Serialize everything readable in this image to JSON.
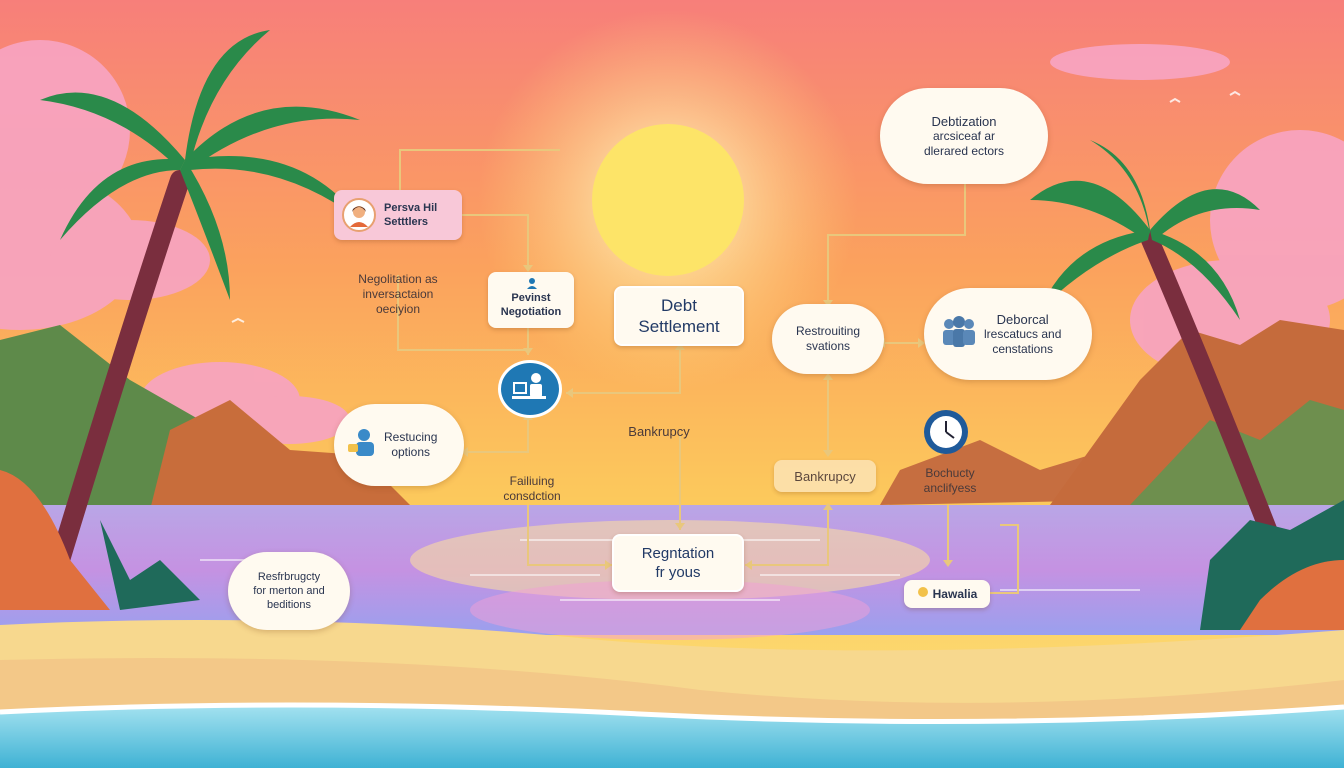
{
  "nodes": {
    "personal_settlements": {
      "line1": "Persva Hil",
      "line2": "Setttlers"
    },
    "private_negotiation": {
      "line1": "Pevinst",
      "line2": "Negotiation"
    },
    "debt_settlement": {
      "line1": "Debt",
      "line2": "Settlement"
    },
    "debtization": {
      "line1": "Debtization",
      "line2": "arcsiceaf ar",
      "line3": "dlerared ectors"
    },
    "restructuring_stations": {
      "line1": "Restrouiting",
      "line2": "svations"
    },
    "debt_resources": {
      "line1": "Deborcal",
      "line2": "lrescatucs and",
      "line3": "censtations"
    },
    "restructuring_options": {
      "line1": "Restucing",
      "line2": "options"
    },
    "bankruptcy_right": {
      "line1": "Bankrupcy"
    },
    "registration": {
      "line1": "Regntation",
      "line2": "fr yous"
    },
    "restructuring_bottom_left": {
      "line1": "Resfrbrugcty",
      "line2": "for merton and",
      "line3": "beditions"
    },
    "hawaii": {
      "line1": "Hawalia"
    }
  },
  "labels": {
    "negotiation": {
      "line1": "Negolitation as",
      "line2": "inversactaion",
      "line3": "oeciyion"
    },
    "bankruptcy_center": "Bankrupcy",
    "failing_conditions": {
      "line1": "Failiuing",
      "line2": "consdction"
    },
    "bankruptcy_analyses": {
      "line1": "Bochucty",
      "line2": "anclifyess"
    }
  },
  "colors": {
    "sky_top": "#f77f7a",
    "sky_mid": "#fbb45a",
    "sun": "#fde468",
    "sea": "#8d98e8",
    "sand": "#f7d88e",
    "arrow": "#e9c77c",
    "text": "#2a3550",
    "node_fill": "#fffaf0",
    "pink_card": "#f8c8d8",
    "icon_blue": "#1f78b4"
  }
}
